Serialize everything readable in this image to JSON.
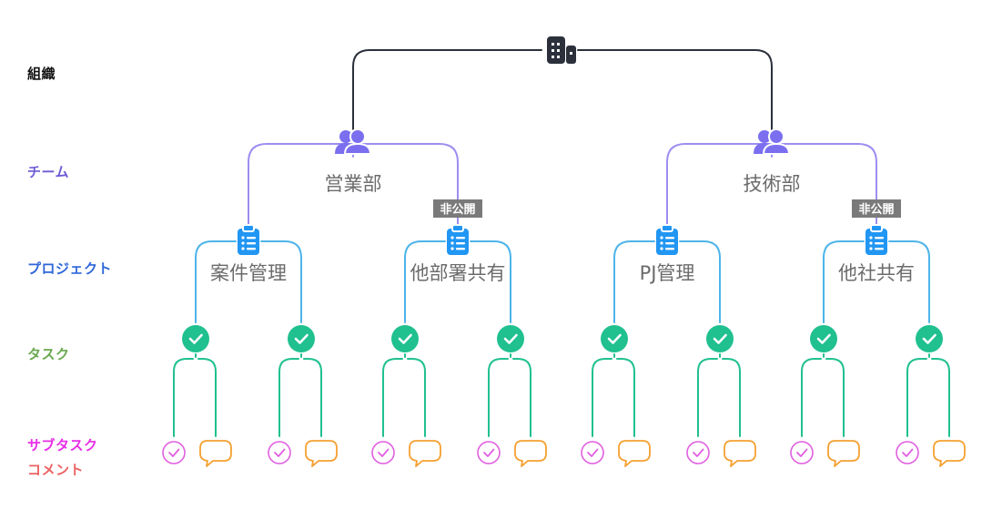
{
  "levels": {
    "org": "組織",
    "team": "チーム",
    "project": "プロジェクト",
    "task": "タスク",
    "subtask": "サブタスク",
    "comment": "コメント"
  },
  "colors": {
    "org": "#2b303b",
    "team": "#9b8ef0",
    "team_icon": "#7b6ff0",
    "project": "#4db4ea",
    "project_icon": "#2196f3",
    "task": "#20c08f",
    "subtask": "#e05fe0",
    "comment": "#f5a030",
    "badge": "#7a7a7a",
    "label_team": "#6b5bd6",
    "label_project": "#2f66d9",
    "label_task": "#6aa84f",
    "label_subtask": "#e62ee6",
    "label_comment": "#ec6262"
  },
  "org_icon": "building-icon",
  "teams": [
    {
      "name": "営業部",
      "projects": [
        {
          "name": "案件管理",
          "private": false
        },
        {
          "name": "他部署共有",
          "private": true,
          "badge": "非公開"
        }
      ]
    },
    {
      "name": "技術部",
      "projects": [
        {
          "name": "PJ管理",
          "private": false
        },
        {
          "name": "他社共有",
          "private": true,
          "badge": "非公開"
        }
      ]
    }
  ],
  "tasks_per_project": 2,
  "task_children": [
    "subtask-check-icon",
    "comment-bubble-icon"
  ]
}
